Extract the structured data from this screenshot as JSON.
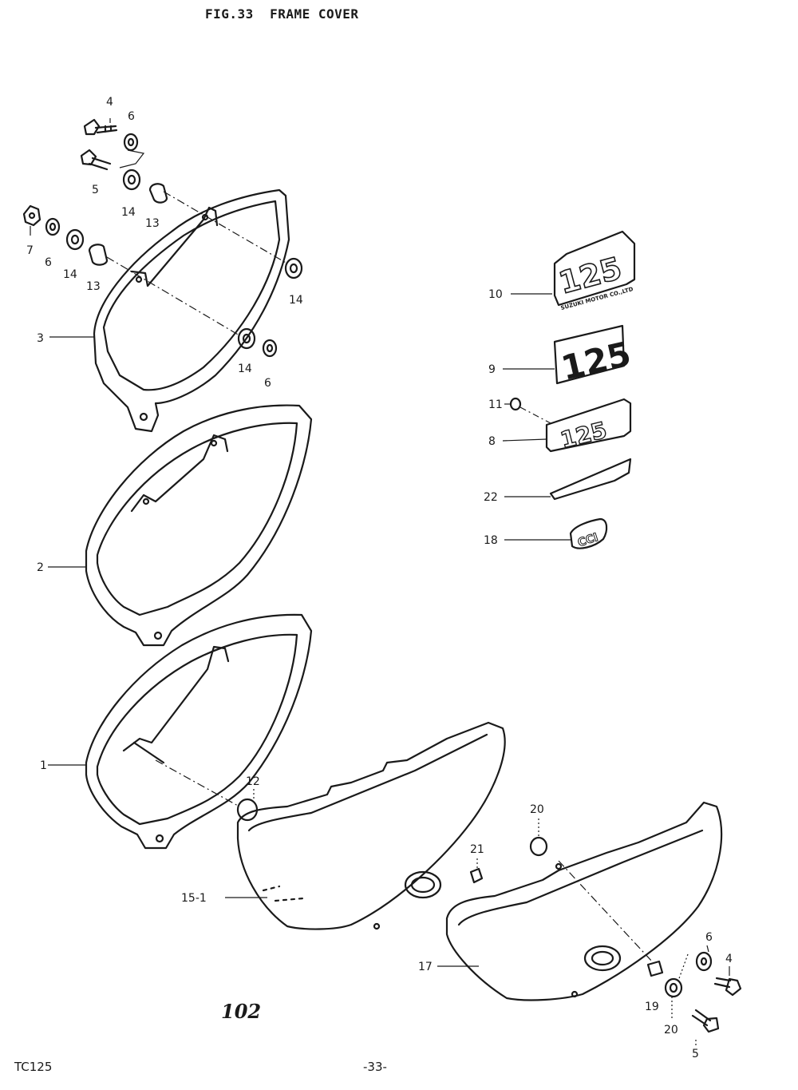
{
  "header": {
    "fig_number": "FIG.33",
    "title": "FRAME COVER"
  },
  "footer": {
    "model": "TC125",
    "page_ref": "-33-",
    "page_number": "102"
  },
  "callouts": [
    {
      "id": "c4a",
      "text": "4"
    },
    {
      "id": "c6a",
      "text": "6"
    },
    {
      "id": "c5a",
      "text": "5"
    },
    {
      "id": "c14a",
      "text": "14"
    },
    {
      "id": "c13a",
      "text": "13"
    },
    {
      "id": "c7",
      "text": "7"
    },
    {
      "id": "c6b",
      "text": "6"
    },
    {
      "id": "c14b",
      "text": "14"
    },
    {
      "id": "c13b",
      "text": "13"
    },
    {
      "id": "c14c",
      "text": "14"
    },
    {
      "id": "c3",
      "text": "3"
    },
    {
      "id": "c14d",
      "text": "14"
    },
    {
      "id": "c6c",
      "text": "6"
    },
    {
      "id": "c2",
      "text": "2"
    },
    {
      "id": "c1",
      "text": "1"
    },
    {
      "id": "c12",
      "text": "12"
    },
    {
      "id": "c151",
      "text": "15-1"
    },
    {
      "id": "c10",
      "text": "10"
    },
    {
      "id": "c9",
      "text": "9"
    },
    {
      "id": "c11",
      "text": "11"
    },
    {
      "id": "c8",
      "text": "8"
    },
    {
      "id": "c22",
      "text": "22"
    },
    {
      "id": "c18",
      "text": "18"
    },
    {
      "id": "c20a",
      "text": "20"
    },
    {
      "id": "c21",
      "text": "21"
    },
    {
      "id": "c17",
      "text": "17"
    },
    {
      "id": "c6d",
      "text": "6"
    },
    {
      "id": "c4b",
      "text": "4"
    },
    {
      "id": "c19",
      "text": "19"
    },
    {
      "id": "c20b",
      "text": "20"
    },
    {
      "id": "c5b",
      "text": "5"
    }
  ],
  "emblems": {
    "emblem_10_number": "125",
    "emblem_10_sub": "SUZUKI MOTOR CO.,LTD",
    "emblem_9_number": "125",
    "emblem_8_number": "125",
    "emblem_18_text": "CCI"
  }
}
